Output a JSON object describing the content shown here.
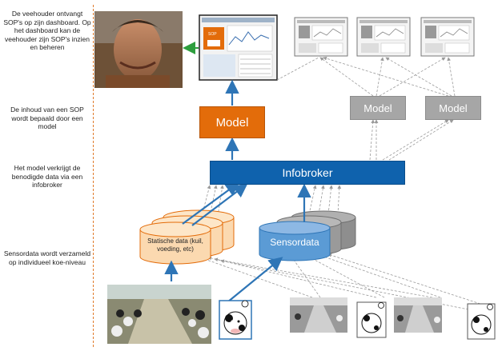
{
  "side_texts": {
    "dashboard": "De veehouder ontvangt SOP's op zijn dashboard. Op het dashboard kan de veehouder zijn SOP's inzien en beheren",
    "model": "De inhoud van een SOP wordt bepaald door een model",
    "infobroker": "Het model verkrijgt de benodigde data via een infobroker",
    "sensor": "Sensordata wordt verzameld op individueel koe-niveau"
  },
  "boxes": {
    "model_main": "Model",
    "model_grey_1": "Model",
    "model_grey_2": "Model",
    "infobroker": "Infobroker"
  },
  "cylinders": {
    "static_data": "Statische data (kuil, voeding, etc)",
    "sensordata": "Sensordata"
  },
  "dashboard_thumb": {
    "sop_label": "SOP"
  },
  "colors": {
    "orange": "#e36c0a",
    "blue": "#0f62ad",
    "grey": "#a6a6a6",
    "arrow_blue": "#2e75b6",
    "arrow_green": "#2e9e3e"
  }
}
